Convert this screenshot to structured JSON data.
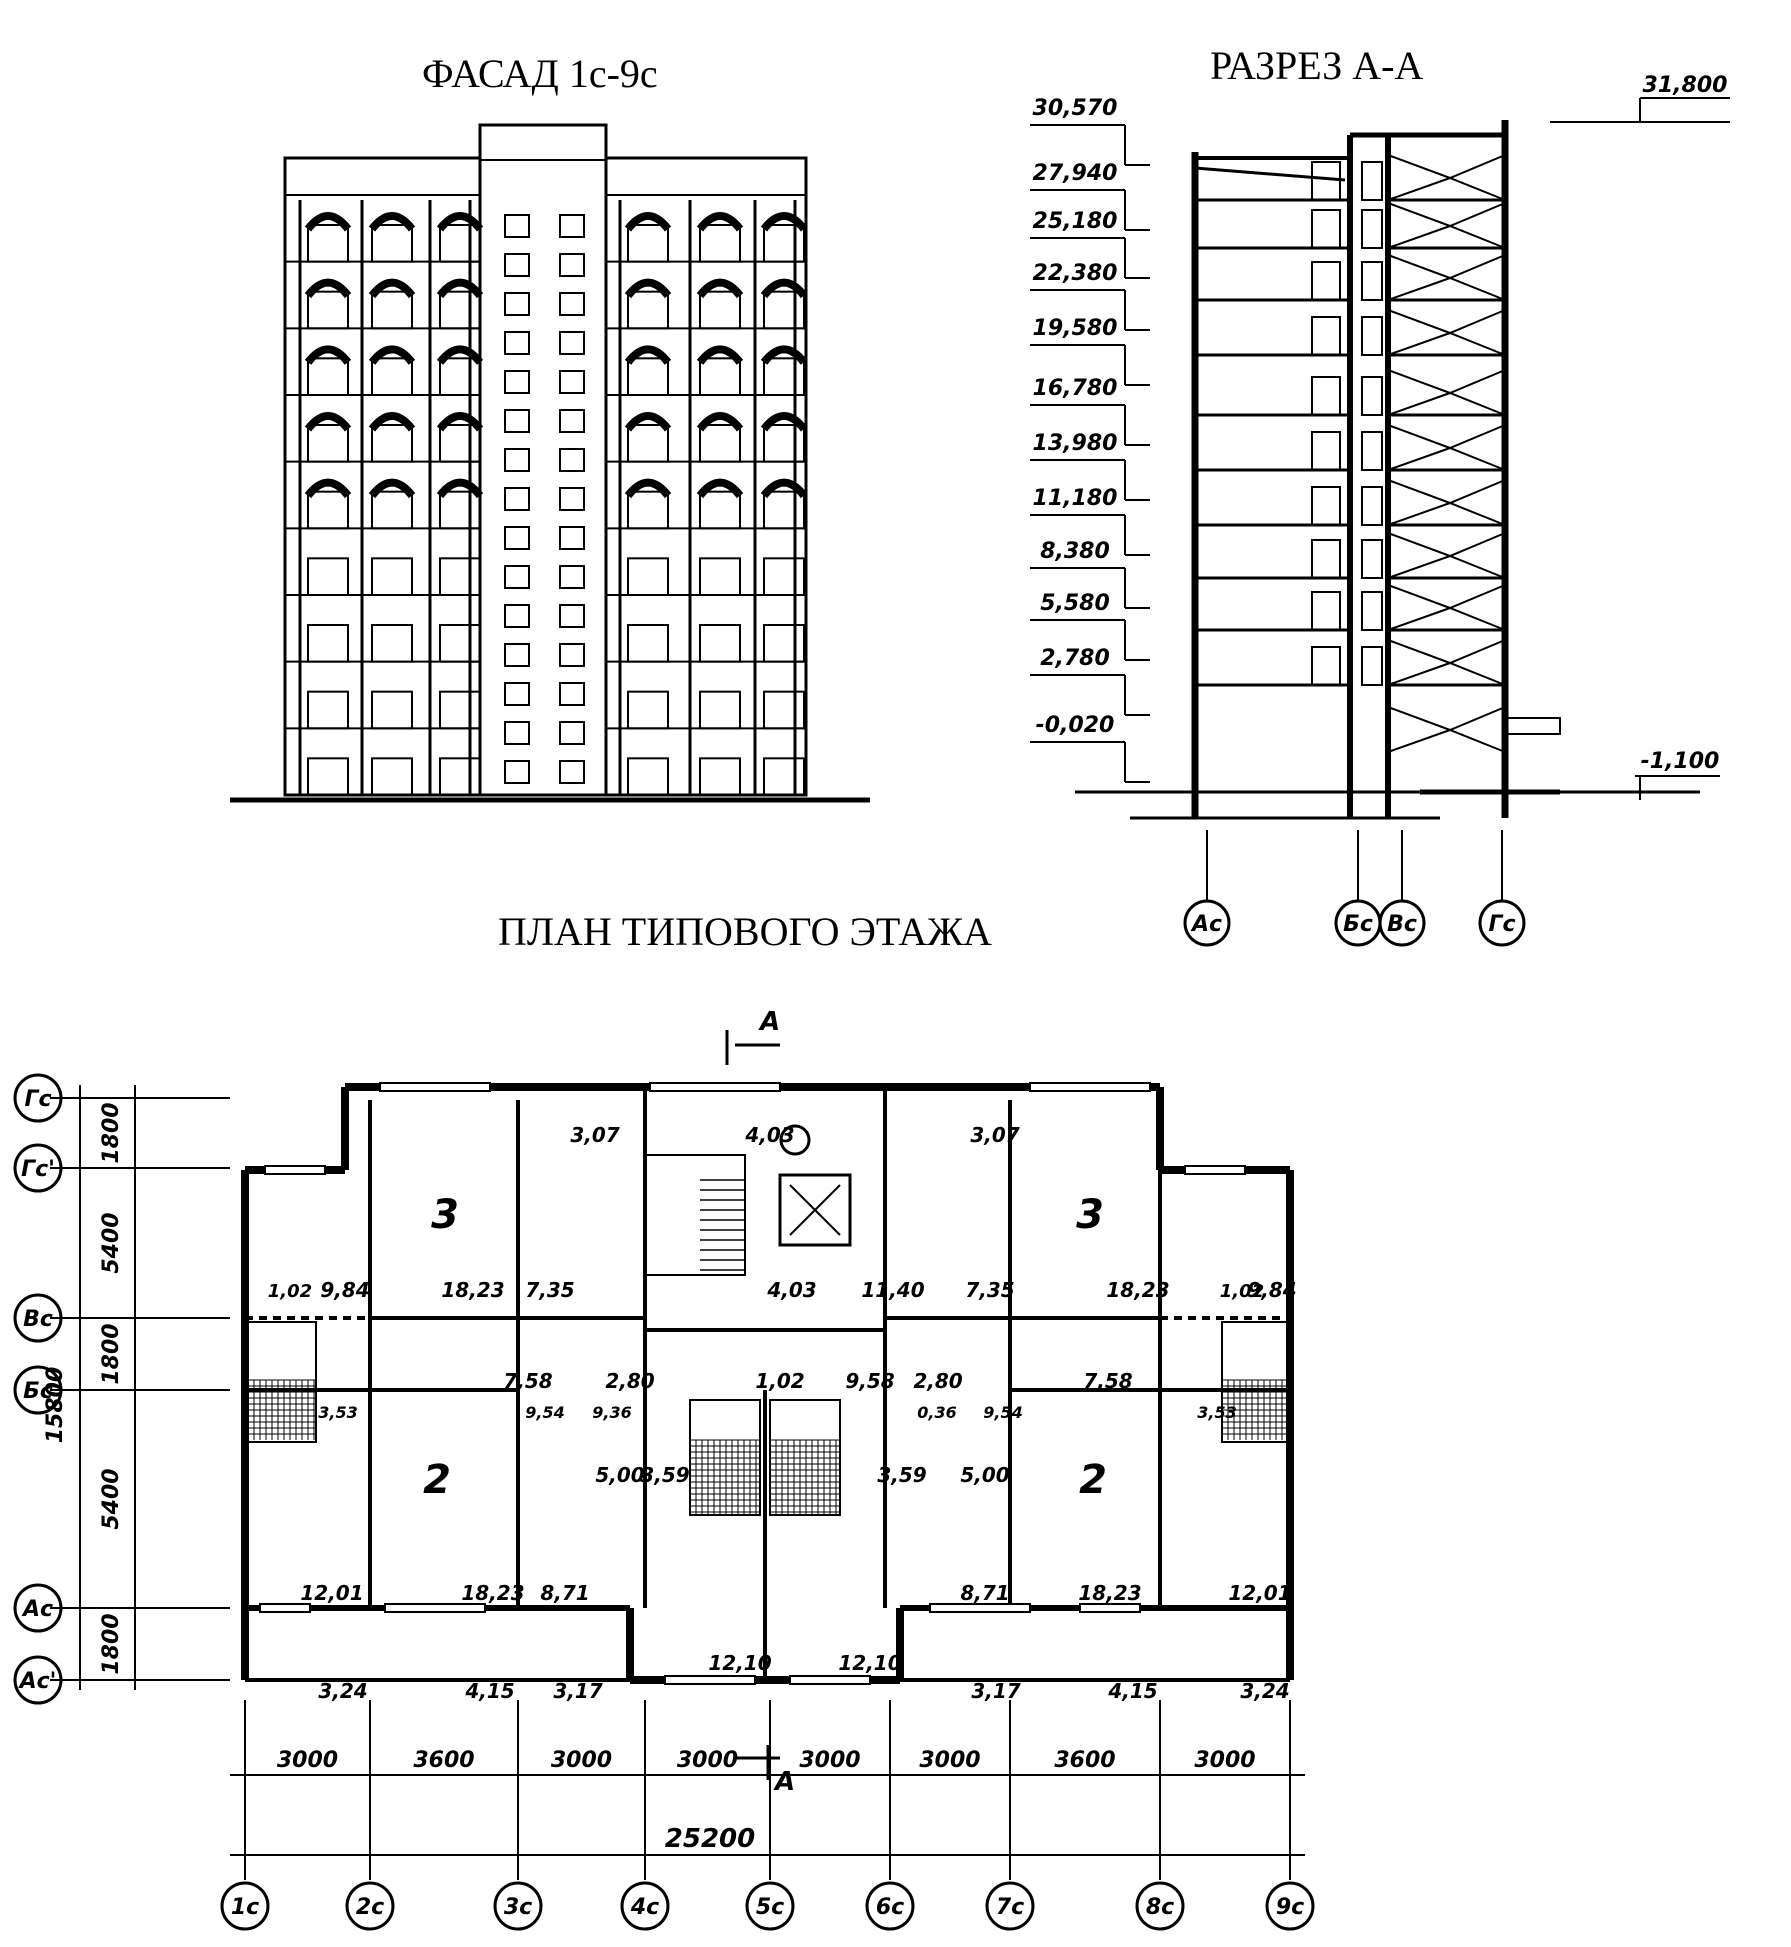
{
  "titles": {
    "facade": "ФАСАД 1с-9с",
    "section": "РАЗРЕЗ А-А",
    "plan": "ПЛАН ТИПОВОГО  ЭТАЖА"
  },
  "section": {
    "elevations": [
      "30,570",
      "27,940",
      "25,180",
      "22,380",
      "19,580",
      "16,780",
      "13,980",
      "11,180",
      "8,380",
      "5,580",
      "2,780",
      "-0,020"
    ],
    "top_mark": "31,800",
    "ground_mark": "-1,100",
    "axes": [
      "Ас",
      "Бс",
      "Вс",
      "Гс"
    ]
  },
  "plan": {
    "section_mark": "А",
    "row_axes": [
      "Гс",
      "Гс'",
      "Вс",
      "Бс",
      "Ас",
      "Ас'"
    ],
    "row_dims": [
      "1800",
      "5400",
      "1800",
      "5400",
      "1800"
    ],
    "total_depth": "15800",
    "col_axes": [
      "1с",
      "2с",
      "3с",
      "4с",
      "5с",
      "6с",
      "7с",
      "8с",
      "9с"
    ],
    "col_dims": [
      "3000",
      "3600",
      "3000",
      "3000",
      "3000",
      "3000",
      "3600",
      "3000"
    ],
    "total_length": "25200",
    "room_numbers": [
      "3",
      "3",
      "2",
      "2"
    ],
    "areas": {
      "r1": [
        "3,07",
        "4,03",
        "3,07"
      ],
      "r2": [
        "9,84",
        "18,23",
        "7,35",
        "4,03",
        "11,40",
        "7,35",
        "18,23",
        "9,84"
      ],
      "r2b": [
        "1,02",
        "1,02"
      ],
      "r3": [
        "7,58",
        "2,80",
        "1,02",
        "9,58",
        "2,80",
        "7,58"
      ],
      "r4": [
        "9,54",
        "9,54",
        "9,36",
        "0,36",
        "3,53",
        "3,53"
      ],
      "r5": [
        "5,00",
        "5,00",
        "3,59",
        "3,59"
      ],
      "r6": [
        "12,01",
        "18,23",
        "8,71",
        "8,71",
        "18,23",
        "12,01"
      ],
      "r7": [
        "12,10",
        "12,10"
      ],
      "r8": [
        "3,24",
        "4,15",
        "3,17",
        "3,17",
        "4,15",
        "3,24"
      ]
    }
  }
}
